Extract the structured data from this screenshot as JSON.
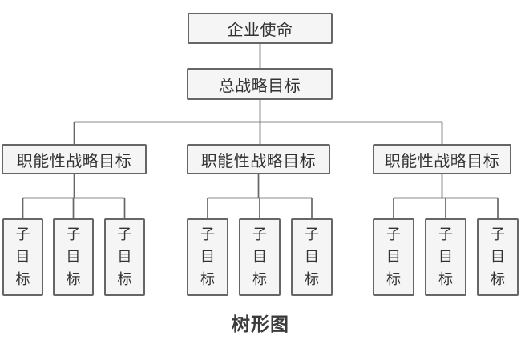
{
  "diagram": {
    "caption": "树形图",
    "colors": {
      "box_fill": "#f5f5f5",
      "box_border": "#666666",
      "connector": "#666666",
      "node_text": "#333333",
      "caption_text": "#3b3b3b",
      "background": "#ffffff"
    },
    "tree": {
      "root": {
        "label": "企业使命"
      },
      "trunk": {
        "label": "总战略目标"
      },
      "branches": [
        {
          "label": "职能性战略目标",
          "children": [
            "子目标",
            "子目标",
            "子目标"
          ]
        },
        {
          "label": "职能性战略目标",
          "children": [
            "子目标",
            "子目标",
            "子目标"
          ]
        },
        {
          "label": "职能性战略目标",
          "children": [
            "子目标",
            "子目标",
            "子目标"
          ]
        }
      ]
    }
  }
}
